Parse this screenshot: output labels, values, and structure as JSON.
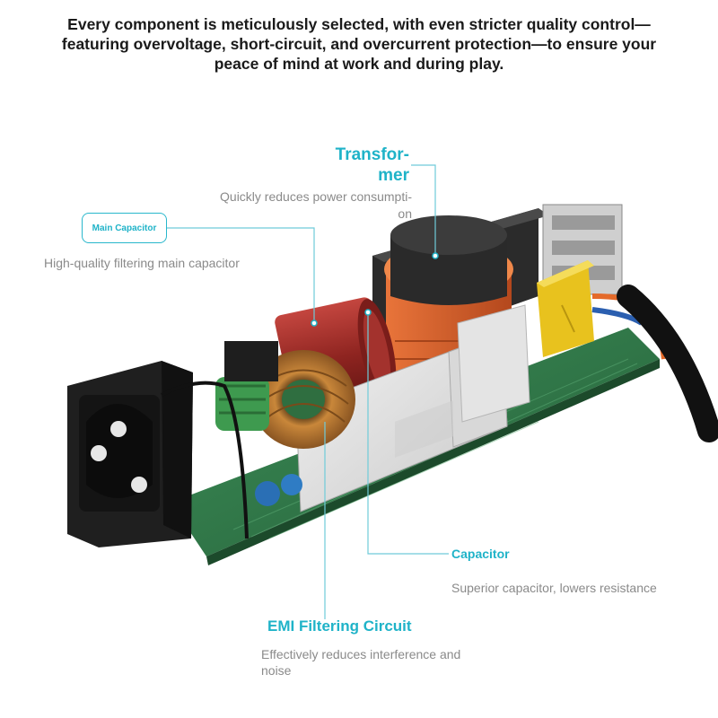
{
  "header": {
    "line1": "Every component is meticulously selected, with even stricter quality control—",
    "line2": "featuring overvoltage, short-circuit, and overcurrent protection—to ensure your",
    "line3": "peace of mind at work and during play."
  },
  "callouts": {
    "transformer": {
      "title_line1": "Transfor-",
      "title_line2": "mer",
      "desc_line1": "Quickly reduces power consumpti-",
      "desc_line2": "on"
    },
    "main_capacitor": {
      "title": "Main Capacitor",
      "desc": "High-quality filtering main capacitor"
    },
    "capacitor": {
      "title": "Capacitor",
      "desc": "Superior capacitor, lowers resistance"
    },
    "emi": {
      "title": "EMI Filtering Circuit",
      "desc_line1": "Effectively reduces interference and",
      "desc_line2": "noise"
    }
  },
  "colors": {
    "accent": "#1fb3c8",
    "pcb": "#2f7a4a",
    "main_capacitor": "#9a2a26",
    "transformer_coil": "#d9612b",
    "socket": "#1c1c1c",
    "y_capacitor": "#2a6fb5",
    "film_capacitor": "#e8c21e"
  }
}
